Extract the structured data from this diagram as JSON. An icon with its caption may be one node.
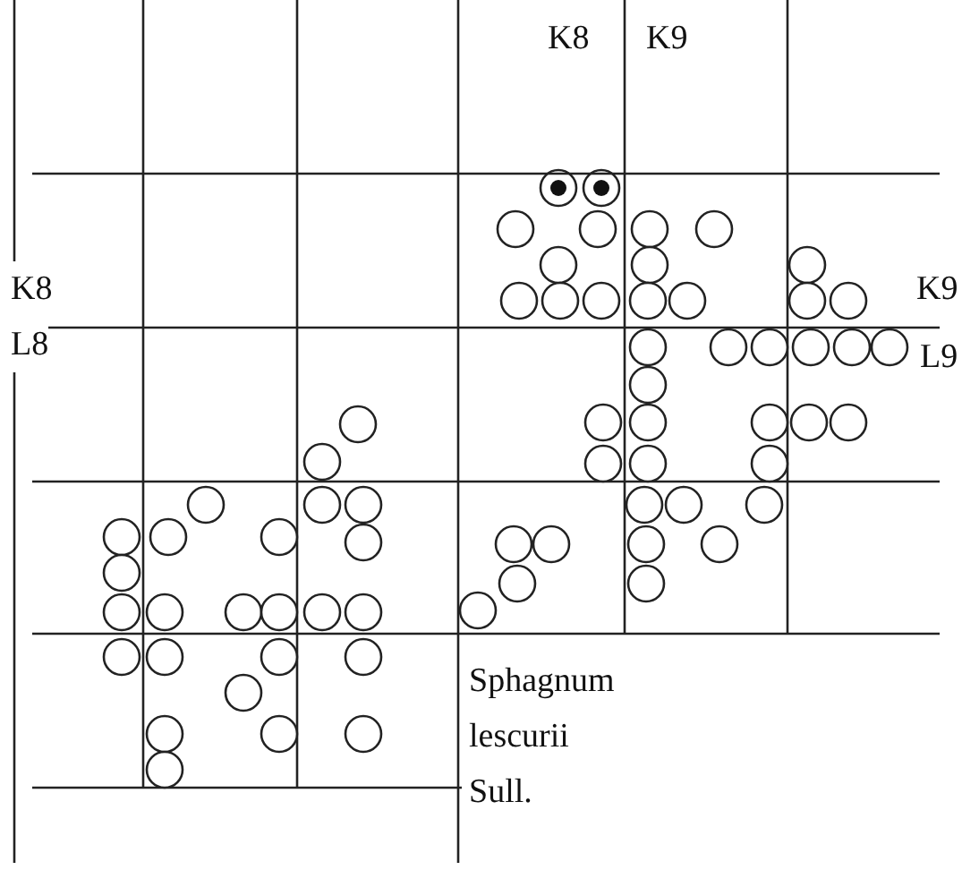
{
  "diagram": {
    "labels": [
      "K8",
      "K9",
      "K8",
      "K9",
      "L8",
      "L9",
      "Sphagnum lescurii Sull."
    ]
  }
}
